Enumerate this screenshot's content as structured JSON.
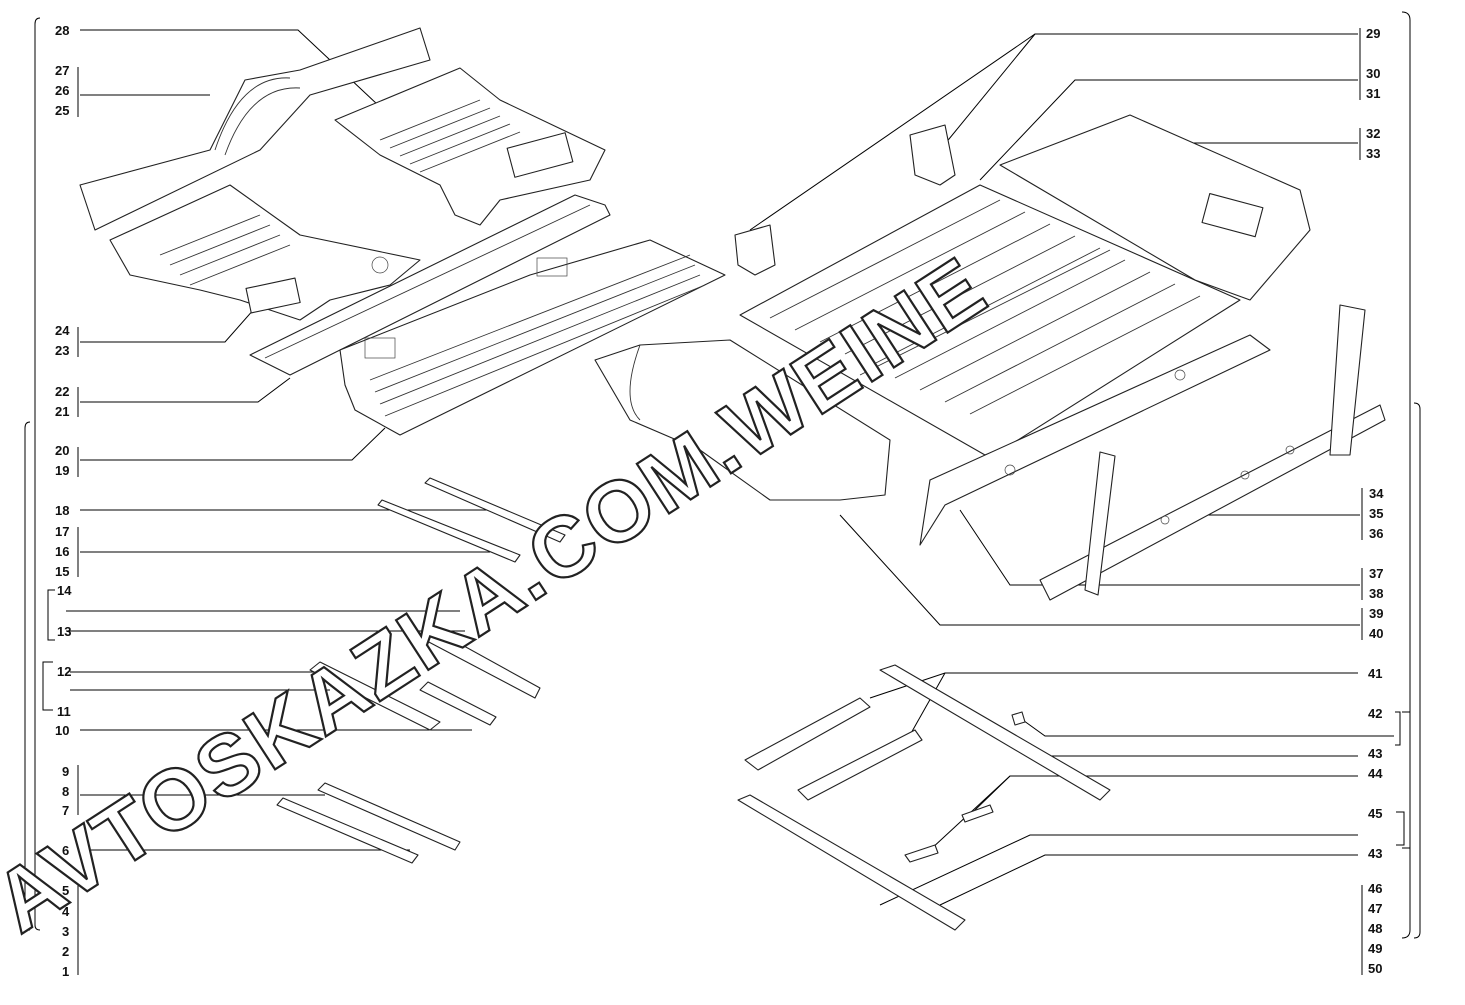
{
  "watermark": "AVTOSKAZKA.COM.WEINE",
  "left_labels": [
    "28",
    "27",
    "26",
    "25",
    "24",
    "23",
    "22",
    "21",
    "20",
    "19",
    "18",
    "17",
    "16",
    "15",
    "14",
    "13",
    "12",
    "11",
    "10",
    "9",
    "8",
    "7",
    "6",
    "5",
    "4",
    "3",
    "2",
    "1"
  ],
  "right_labels": [
    "29",
    "30",
    "31",
    "32",
    "33",
    "34",
    "35",
    "36",
    "37",
    "38",
    "39",
    "40",
    "41",
    "42",
    "43",
    "44",
    "45",
    "43",
    "46",
    "47",
    "48",
    "49",
    "50"
  ]
}
